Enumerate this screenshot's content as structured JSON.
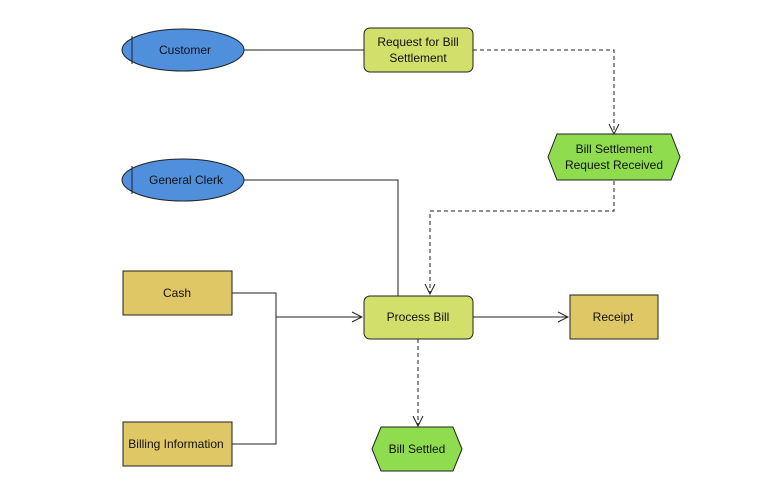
{
  "diagram": {
    "type": "epc-process-diagram",
    "colors": {
      "role_fill": "#4f8fdc",
      "function_fill": "#d2e06b",
      "event_fill": "#8fdc4e",
      "object_fill": "#dfc765",
      "stroke": "#222222"
    },
    "roles": {
      "customer": "Customer",
      "general_clerk": "General Clerk"
    },
    "functions": {
      "request_line1": "Request for Bill",
      "request_line2": "Settlement",
      "process_bill": "Process Bill"
    },
    "events": {
      "received_line1": "Bill Settlement",
      "received_line2": "Request Received",
      "bill_settled": "Bill Settled"
    },
    "objects": {
      "cash": "Cash",
      "billing_information": "Billing Information",
      "receipt": "Receipt"
    }
  }
}
